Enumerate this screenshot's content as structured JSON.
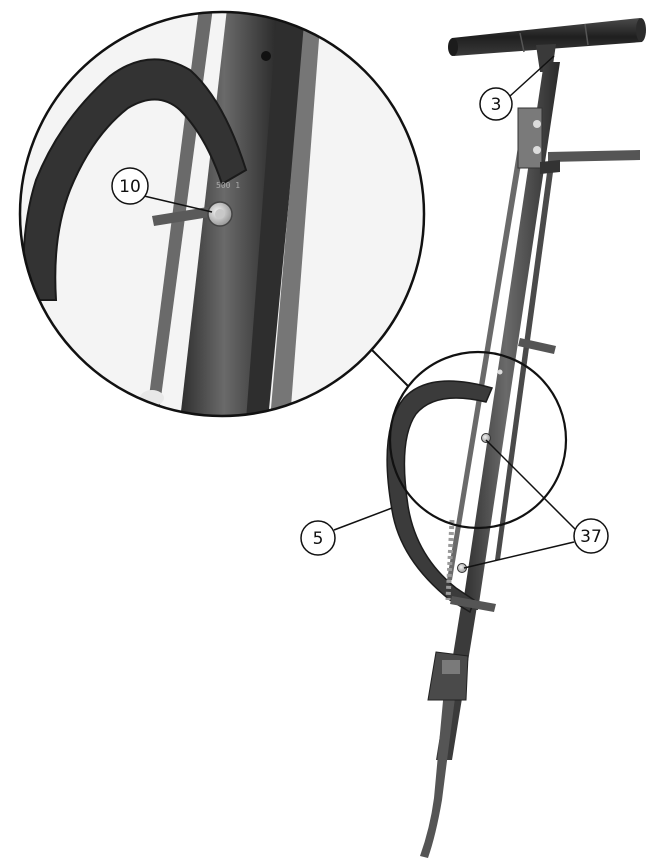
{
  "callouts": {
    "handle": "3",
    "bracket_bolt": "10",
    "side_handle": "5",
    "bolts": "37"
  },
  "colors": {
    "background": "#ffffff",
    "metal_dark": "#3a3a3a",
    "metal_mid": "#5a5a5a",
    "metal_light": "#8a8a8a",
    "grip": "#2a2a2a",
    "line": "#111111"
  }
}
